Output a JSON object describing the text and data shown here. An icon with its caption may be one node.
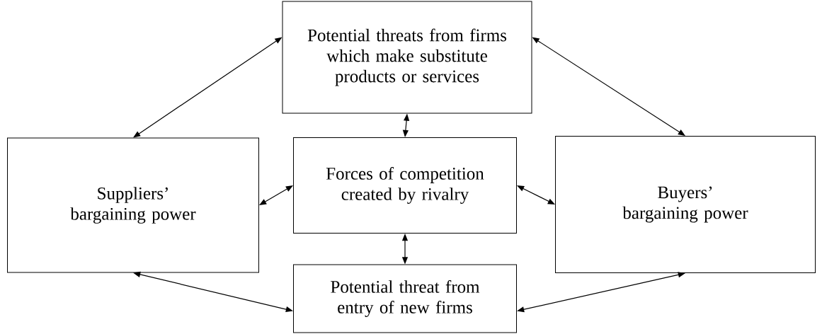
{
  "diagram": {
    "nodes": [
      {
        "text": [
          "Potential threats from firms which make substitute products or services"
        ]
      },
      {
        "text": [
          "Suppliers’ bargaining power"
        ]
      },
      {
        "text": [
          "Forces of competition created by rivalry"
        ]
      },
      {
        "text": [
          "Buyers’ bargaining power"
        ]
      },
      {
        "text": [
          "Potential threat from entry of new firms"
        ]
      }
    ],
    "edges": [
      {
        "from": 0,
        "to": 1,
        "arrow": "both"
      },
      {
        "from": 0,
        "to": 3,
        "arrow": "both"
      },
      {
        "from": 2,
        "to": 0,
        "arrow": "both"
      },
      {
        "from": 2,
        "to": 1,
        "arrow": "both"
      },
      {
        "from": 2,
        "to": 3,
        "arrow": "both"
      },
      {
        "from": 2,
        "to": 4,
        "arrow": "both"
      },
      {
        "from": 1,
        "to": 4,
        "arrow": "both"
      },
      {
        "from": 3,
        "to": 4,
        "arrow": "both"
      }
    ]
  }
}
